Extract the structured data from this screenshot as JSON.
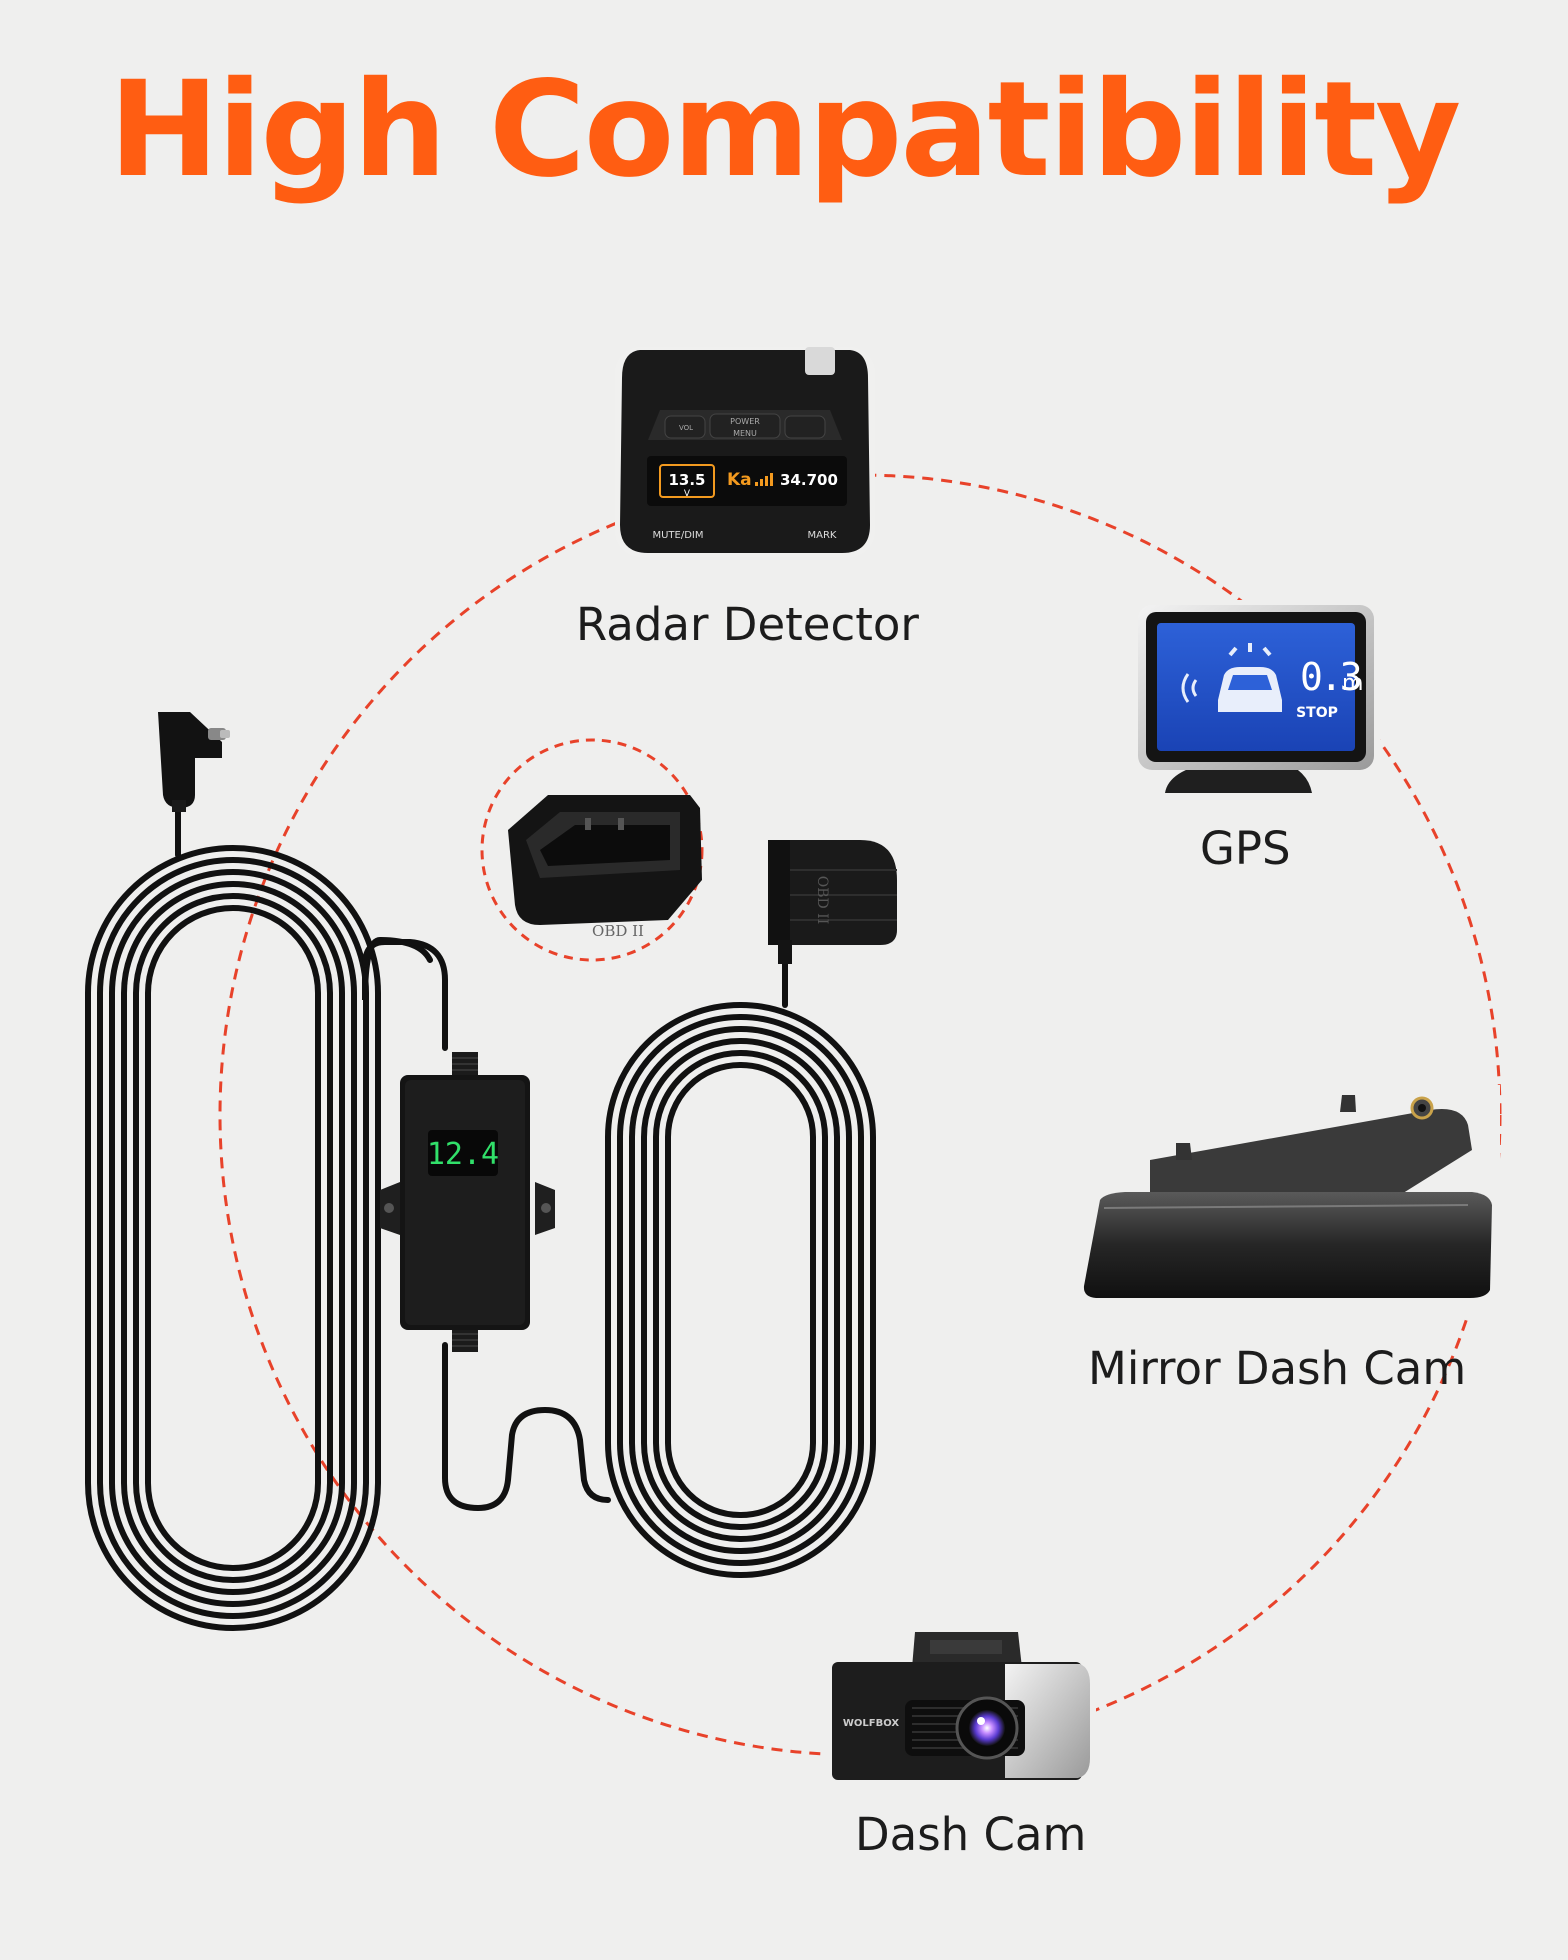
{
  "headline": "High Compatibility",
  "colors": {
    "accent": "#ff5d12",
    "dashed_ring": "#e8422a",
    "background": "#efefee",
    "cable": "#111111"
  },
  "devices": {
    "radar_detector": {
      "label": "Radar Detector",
      "icon": "radar-detector-icon",
      "screen": {
        "voltage": "13.5",
        "unit": "V",
        "band": "Ka",
        "frequency": "34.700"
      },
      "buttons": {
        "power": "POWER",
        "menu": "MENU",
        "vol": "VOL",
        "mute": "MUTE/DIM",
        "mark": "MARK"
      }
    },
    "gps": {
      "label": "GPS",
      "icon": "parking-sensor-display-icon",
      "screen": {
        "distance": "0.3",
        "unit": "m",
        "status": "STOP"
      }
    },
    "mirror_dash_cam": {
      "label": "Mirror Dash Cam",
      "icon": "mirror-dash-cam-icon"
    },
    "dash_cam": {
      "label": "Dash Cam",
      "icon": "dash-cam-icon",
      "brand": "WOLFBOX"
    }
  },
  "hardwire_kit": {
    "voltage_display": "12.4",
    "obd_port_label": "OBD II",
    "obd_plug_label": "OBD II",
    "icons": [
      "usb-c-plug-icon",
      "voltmeter-box-icon",
      "obd-plug-icon",
      "obd-port-icon",
      "coiled-cable-icon"
    ]
  }
}
